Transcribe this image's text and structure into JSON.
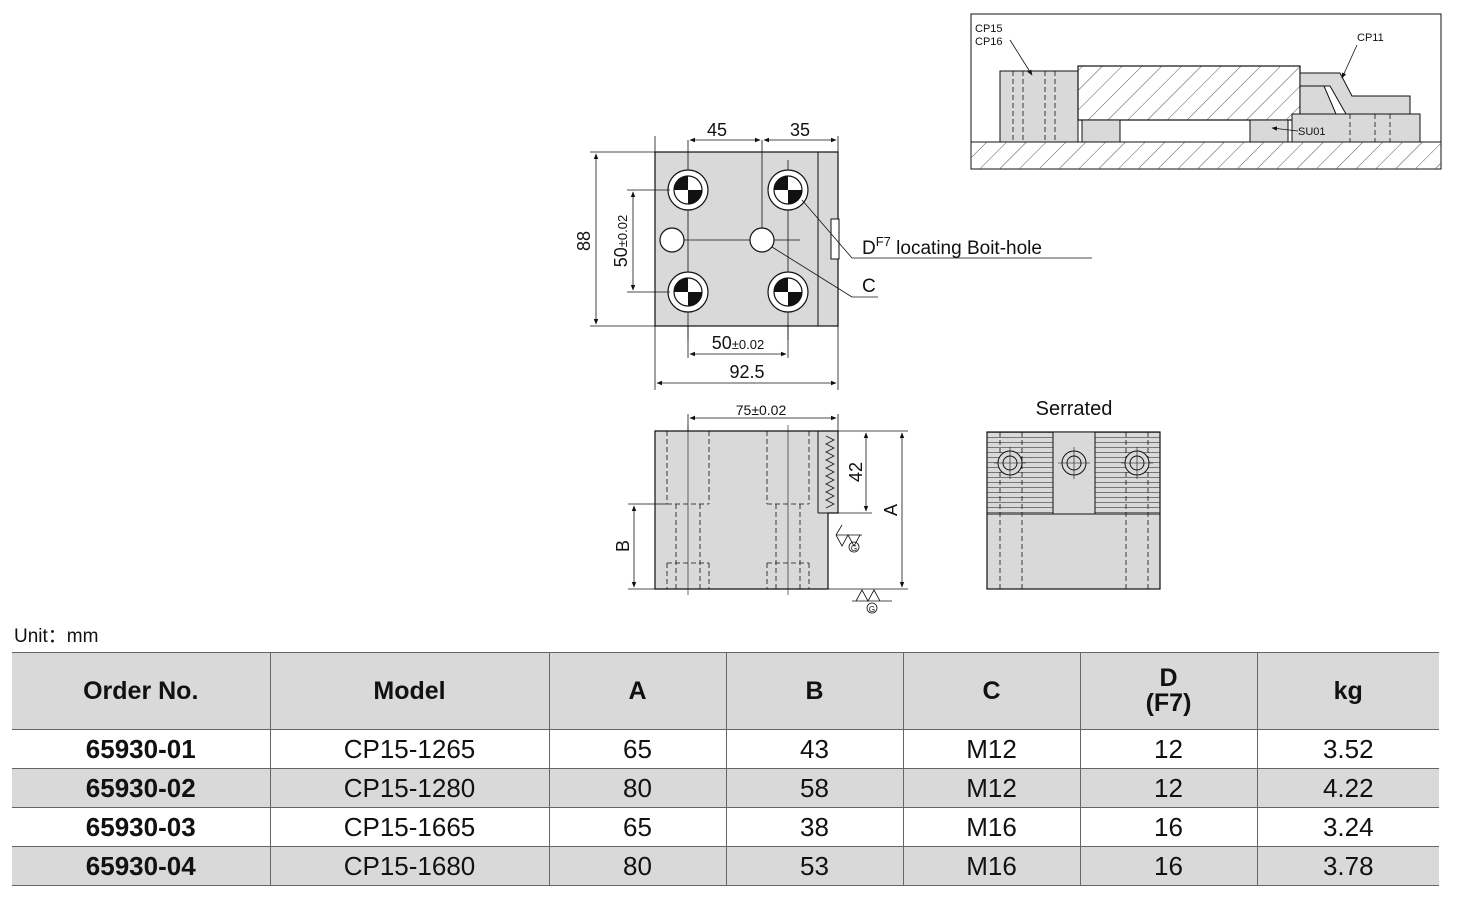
{
  "drawing": {
    "top_view": {
      "dim_top_left": "45",
      "dim_top_right": "35",
      "dim_height": "88",
      "dim_hole_vertical": "50",
      "dim_hole_vertical_tol": "±0.02",
      "dim_hole_horizontal": "50",
      "dim_hole_horizontal_tol": "±0.02",
      "dim_width": "92.5",
      "callout_d": "D",
      "callout_d_sup": "F7",
      "callout_d_text": " locating Boit-hole",
      "callout_c": "C"
    },
    "side_view": {
      "dim_top": "75",
      "dim_top_tol": "±0.02",
      "dim_42": "42",
      "dim_a": "A",
      "dim_b": "B",
      "surface_mark": "G"
    },
    "serrated_view": {
      "title": "Serrated"
    },
    "assembly_view": {
      "label_cp15": "CP15",
      "label_cp16": "CP16",
      "label_cp11": "CP11",
      "label_su01": "SU01"
    }
  },
  "unit_label": "Unit：mm",
  "table": {
    "headers": {
      "order": "Order No.",
      "model": "Model",
      "a": "A",
      "b": "B",
      "c": "C",
      "d": "D",
      "d_sub": "(F7)",
      "kg": "kg"
    },
    "rows": [
      {
        "order": "65930-01",
        "model": "CP15-1265",
        "a": "65",
        "b": "43",
        "c": "M12",
        "d": "12",
        "kg": "3.52"
      },
      {
        "order": "65930-02",
        "model": "CP15-1280",
        "a": "80",
        "b": "58",
        "c": "M12",
        "d": "12",
        "kg": "4.22"
      },
      {
        "order": "65930-03",
        "model": "CP15-1665",
        "a": "65",
        "b": "38",
        "c": "M16",
        "d": "16",
        "kg": "3.24"
      },
      {
        "order": "65930-04",
        "model": "CP15-1680",
        "a": "80",
        "b": "53",
        "c": "M16",
        "d": "16",
        "kg": "3.78"
      }
    ]
  },
  "colors": {
    "part_fill": "#d9d9d9",
    "line": "#111111",
    "header_fill": "#d9d9d9"
  }
}
